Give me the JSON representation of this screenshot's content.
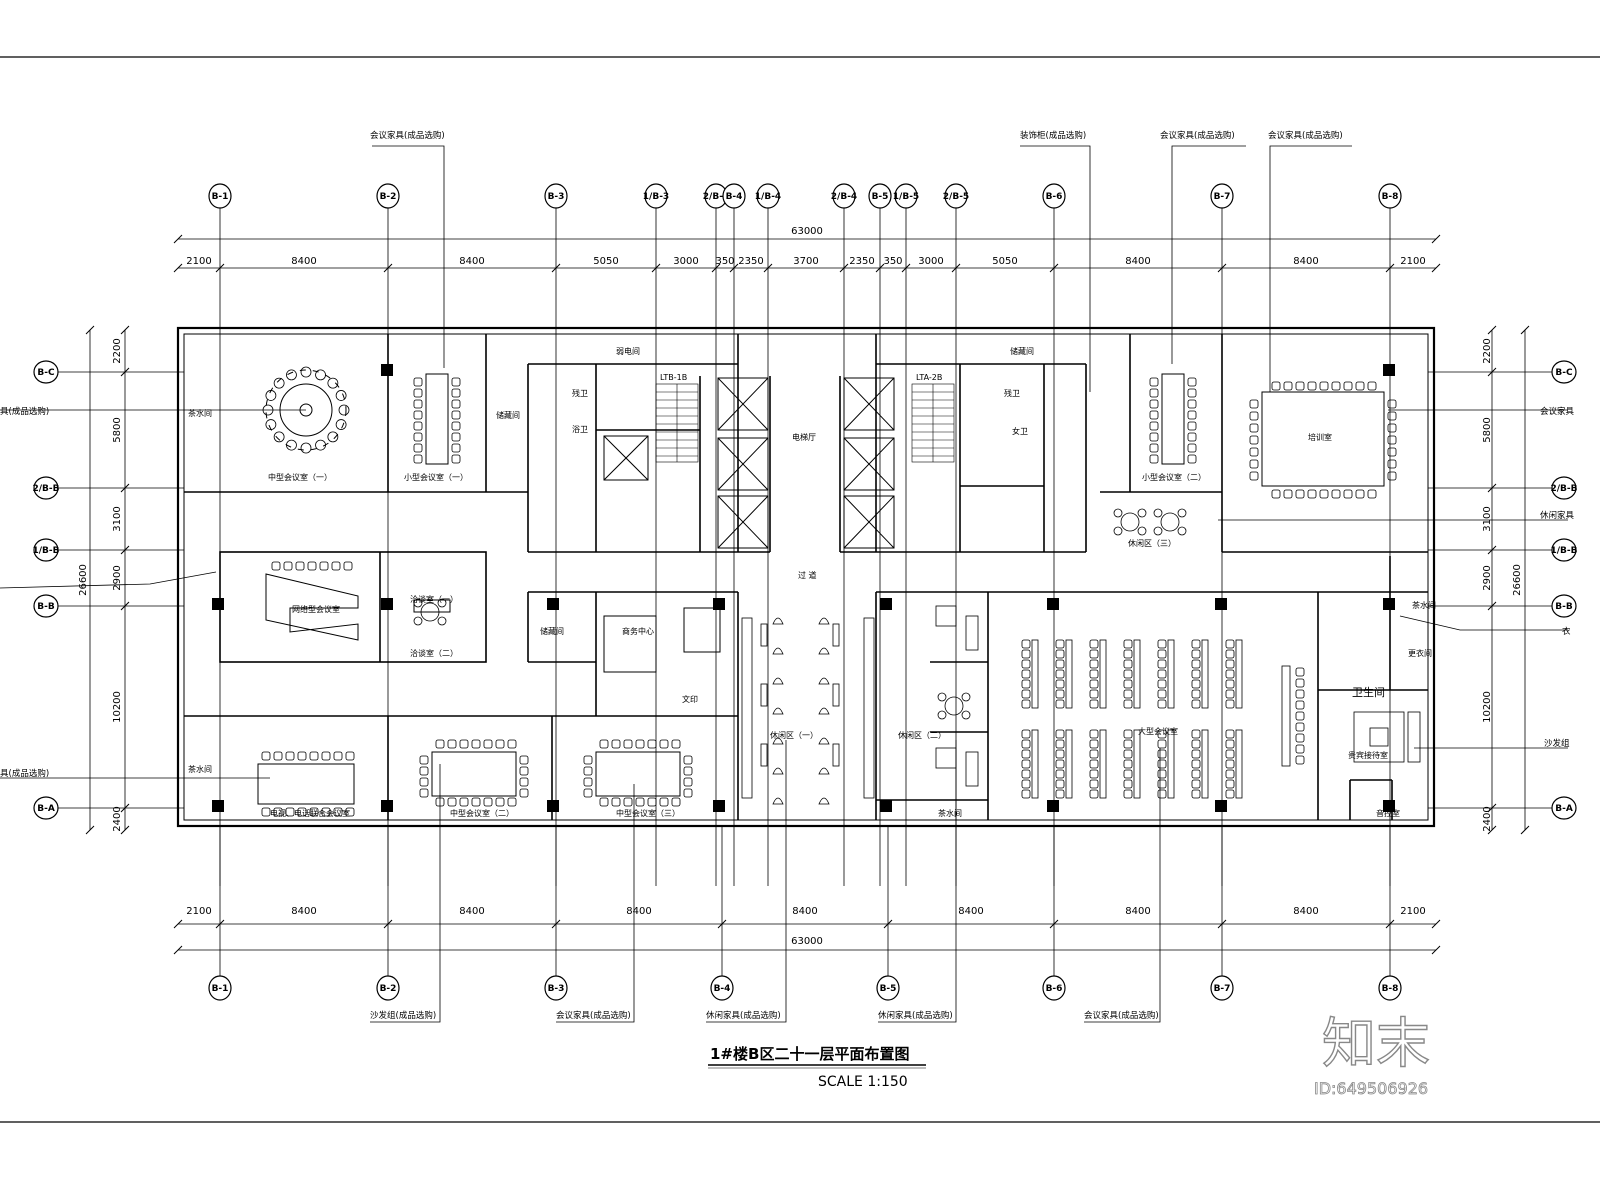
{
  "drawing": {
    "title": "1#楼B区二十一层平面布置图",
    "scale": "SCALE 1:150"
  },
  "dimensions": {
    "total": "63000",
    "top": [
      "2100",
      "8400",
      "8400",
      "5050",
      "3000",
      "350",
      "2350",
      "3700",
      "2350",
      "350",
      "3000",
      "5050",
      "8400",
      "8400",
      "2100"
    ],
    "bottom": [
      "2100",
      "8400",
      "8400",
      "8400",
      "8400",
      "8400",
      "8400",
      "8400",
      "2100"
    ],
    "left": [
      "2200",
      "5800",
      "3100",
      "2900",
      "10200",
      "2400"
    ],
    "right": [
      "2200",
      "5800",
      "3100",
      "2900",
      "10200",
      "2400"
    ],
    "side_total": "26600"
  },
  "axes": {
    "top": [
      "B-1",
      "B-2",
      "B-3",
      "1/B-3",
      "2/B-3",
      "B-4",
      "1/B-4",
      "2/B-4",
      "B-5",
      "1/B-5",
      "2/B-5",
      "B-6",
      "B-7",
      "B-8"
    ],
    "bottom": [
      "B-1",
      "B-2",
      "B-3",
      "B-4",
      "B-5",
      "B-6",
      "B-7",
      "B-8"
    ],
    "left": [
      "B-C",
      "2/B-B",
      "1/B-B",
      "B-B",
      "B-A"
    ],
    "right": [
      "B-C",
      "2/B-B",
      "1/B-B",
      "B-B",
      "B-A"
    ]
  },
  "rooms": {
    "r01": "中型会议室（一）",
    "r02": "小型会议室（一）",
    "r03": "储藏间",
    "r04": "弱电间",
    "r05": "残卫",
    "r06": "浴卫",
    "r07": "电梯厅",
    "r08": "储藏间",
    "r09": "残卫",
    "r10": "女卫",
    "r11": "小型会议室（二）",
    "r12": "培训室",
    "r13": "休闲区（三）",
    "r14": "网络型会议室",
    "r15": "洽谈室（一）",
    "r16": "洽谈室（二）",
    "r17": "过 道",
    "r18": "储藏间",
    "r19": "商务中心",
    "r20": "文印",
    "r21": "休闲区（一）",
    "r22": "休闲区（二）",
    "r23": "大型会议室",
    "r24": "茶水间",
    "r25": "更衣间",
    "r26": "卫生间",
    "r27": "贵宾接待室",
    "r28": "音控室",
    "r29": "茶水间",
    "r30": "电视、电话联合会议室",
    "r31": "中型会议室（二）",
    "r32": "中型会议室（三）",
    "r33": "茶水间",
    "r34": "茶水间",
    "stair1": "LTB-1B",
    "stair2": "LTA-2B"
  },
  "annotations": {
    "top": [
      "会议家具(成品选购)",
      "装饰柜(成品选购)",
      "会议家具(成品选购)",
      "会议家具(成品选购)"
    ],
    "bottom": [
      "沙发组(成品选购)",
      "会议家具(成品选购)",
      "休闲家具(成品选购)",
      "休闲家具(成品选购)",
      "会议家具(成品选购)"
    ],
    "left": [
      "具(成品选购)",
      "具(成品选购)"
    ],
    "right": [
      "会议家具",
      "休闲家具",
      "衣",
      "沙发组"
    ]
  },
  "watermark": {
    "brand": "知末",
    "id": "ID:649506926"
  }
}
